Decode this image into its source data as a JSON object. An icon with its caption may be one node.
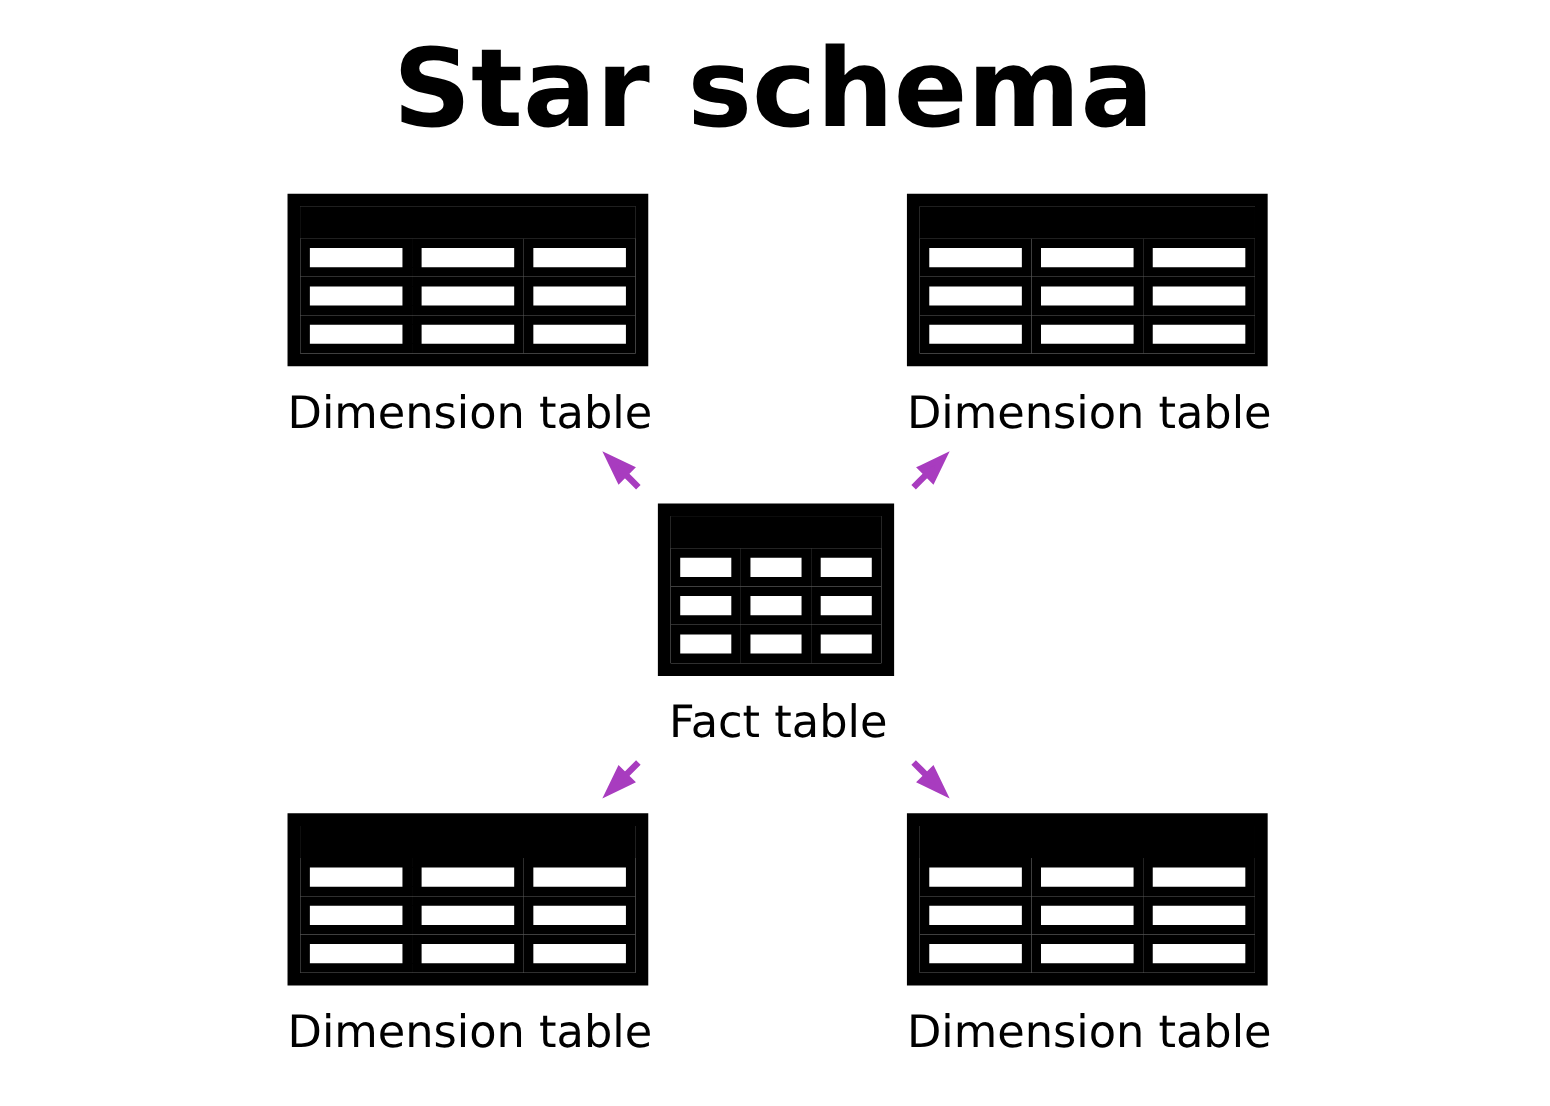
{
  "diagram": {
    "title": "Star schema",
    "nodes": [
      {
        "text": [
          "Dimension table"
        ]
      },
      {
        "text": [
          "Dimension table"
        ]
      },
      {
        "text": [
          "Fact table"
        ]
      },
      {
        "text": [
          "Dimension table"
        ]
      },
      {
        "text": [
          "Dimension table"
        ]
      }
    ],
    "edges": [
      {
        "from": 2,
        "to": 0,
        "arrow": "to",
        "color": "#a83cbf"
      },
      {
        "from": 2,
        "to": 1,
        "arrow": "to",
        "color": "#a83cbf"
      },
      {
        "from": 2,
        "to": 3,
        "arrow": "to",
        "color": "#a83cbf"
      },
      {
        "from": 2,
        "to": 4,
        "arrow": "to",
        "color": "#a83cbf"
      }
    ]
  }
}
